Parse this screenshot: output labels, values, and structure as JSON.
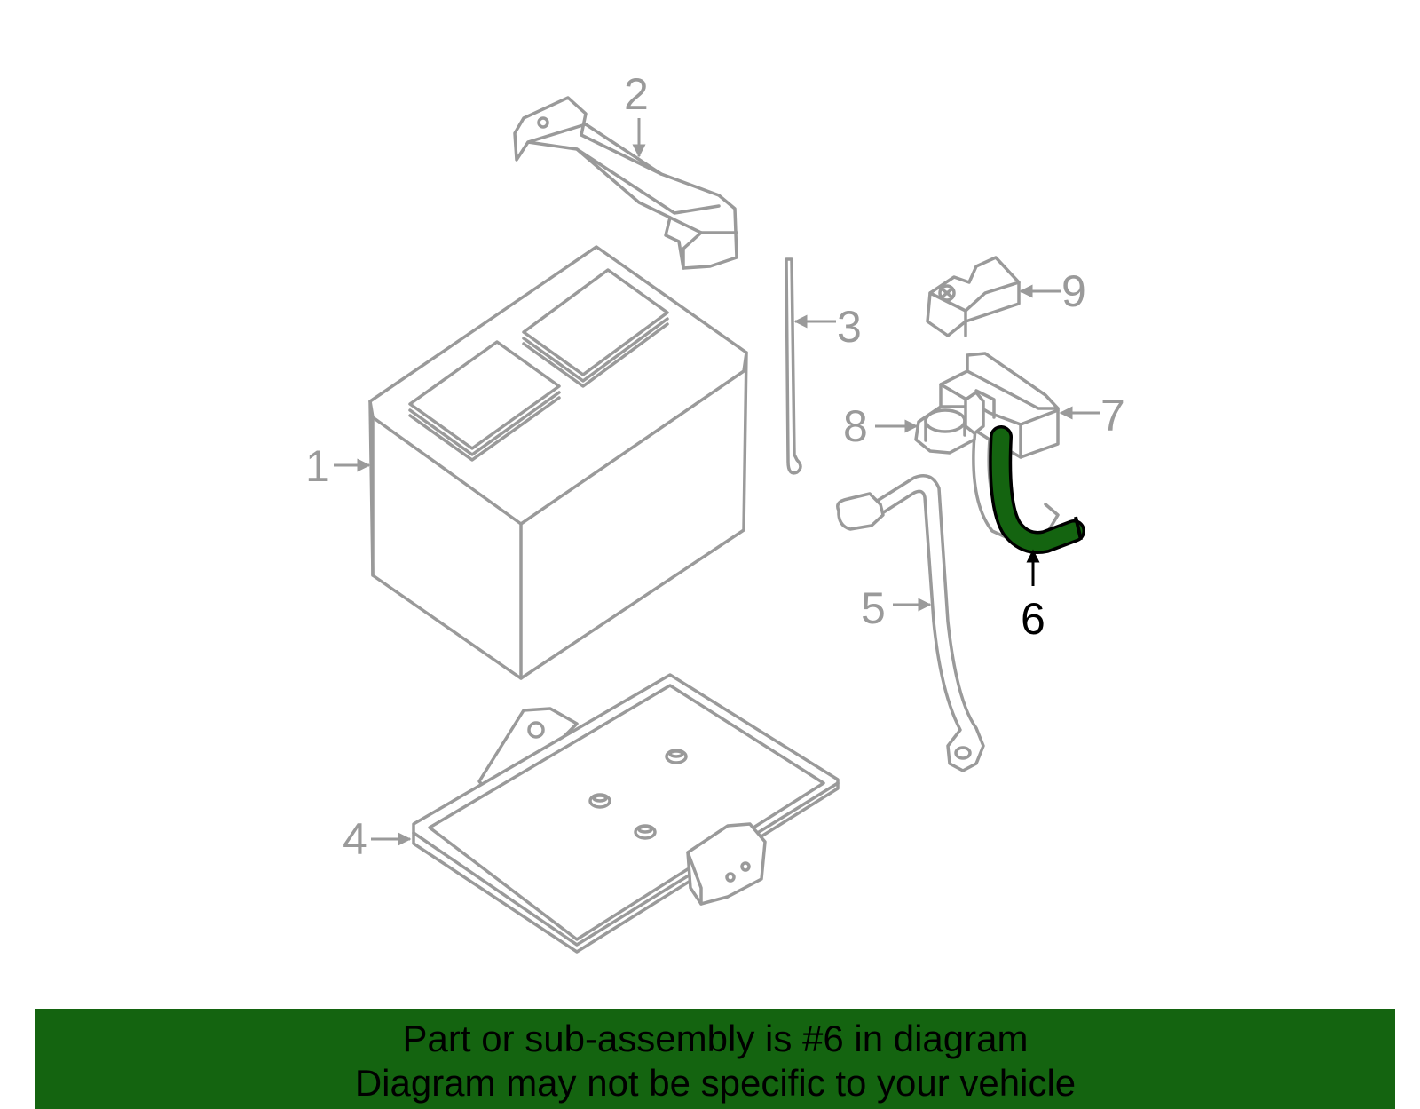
{
  "callouts": {
    "c1": "1",
    "c2": "2",
    "c3": "3",
    "c4": "4",
    "c5": "5",
    "c6": "6",
    "c7": "7",
    "c8": "8",
    "c9": "9"
  },
  "highlighted_part": "6",
  "colors": {
    "highlight": "#146410",
    "outline": "#9a9a9a",
    "banner_background": "#146410"
  },
  "banner": {
    "line1": "Part or sub-assembly is #6 in diagram",
    "line2": "Diagram may not be specific to your vehicle"
  }
}
